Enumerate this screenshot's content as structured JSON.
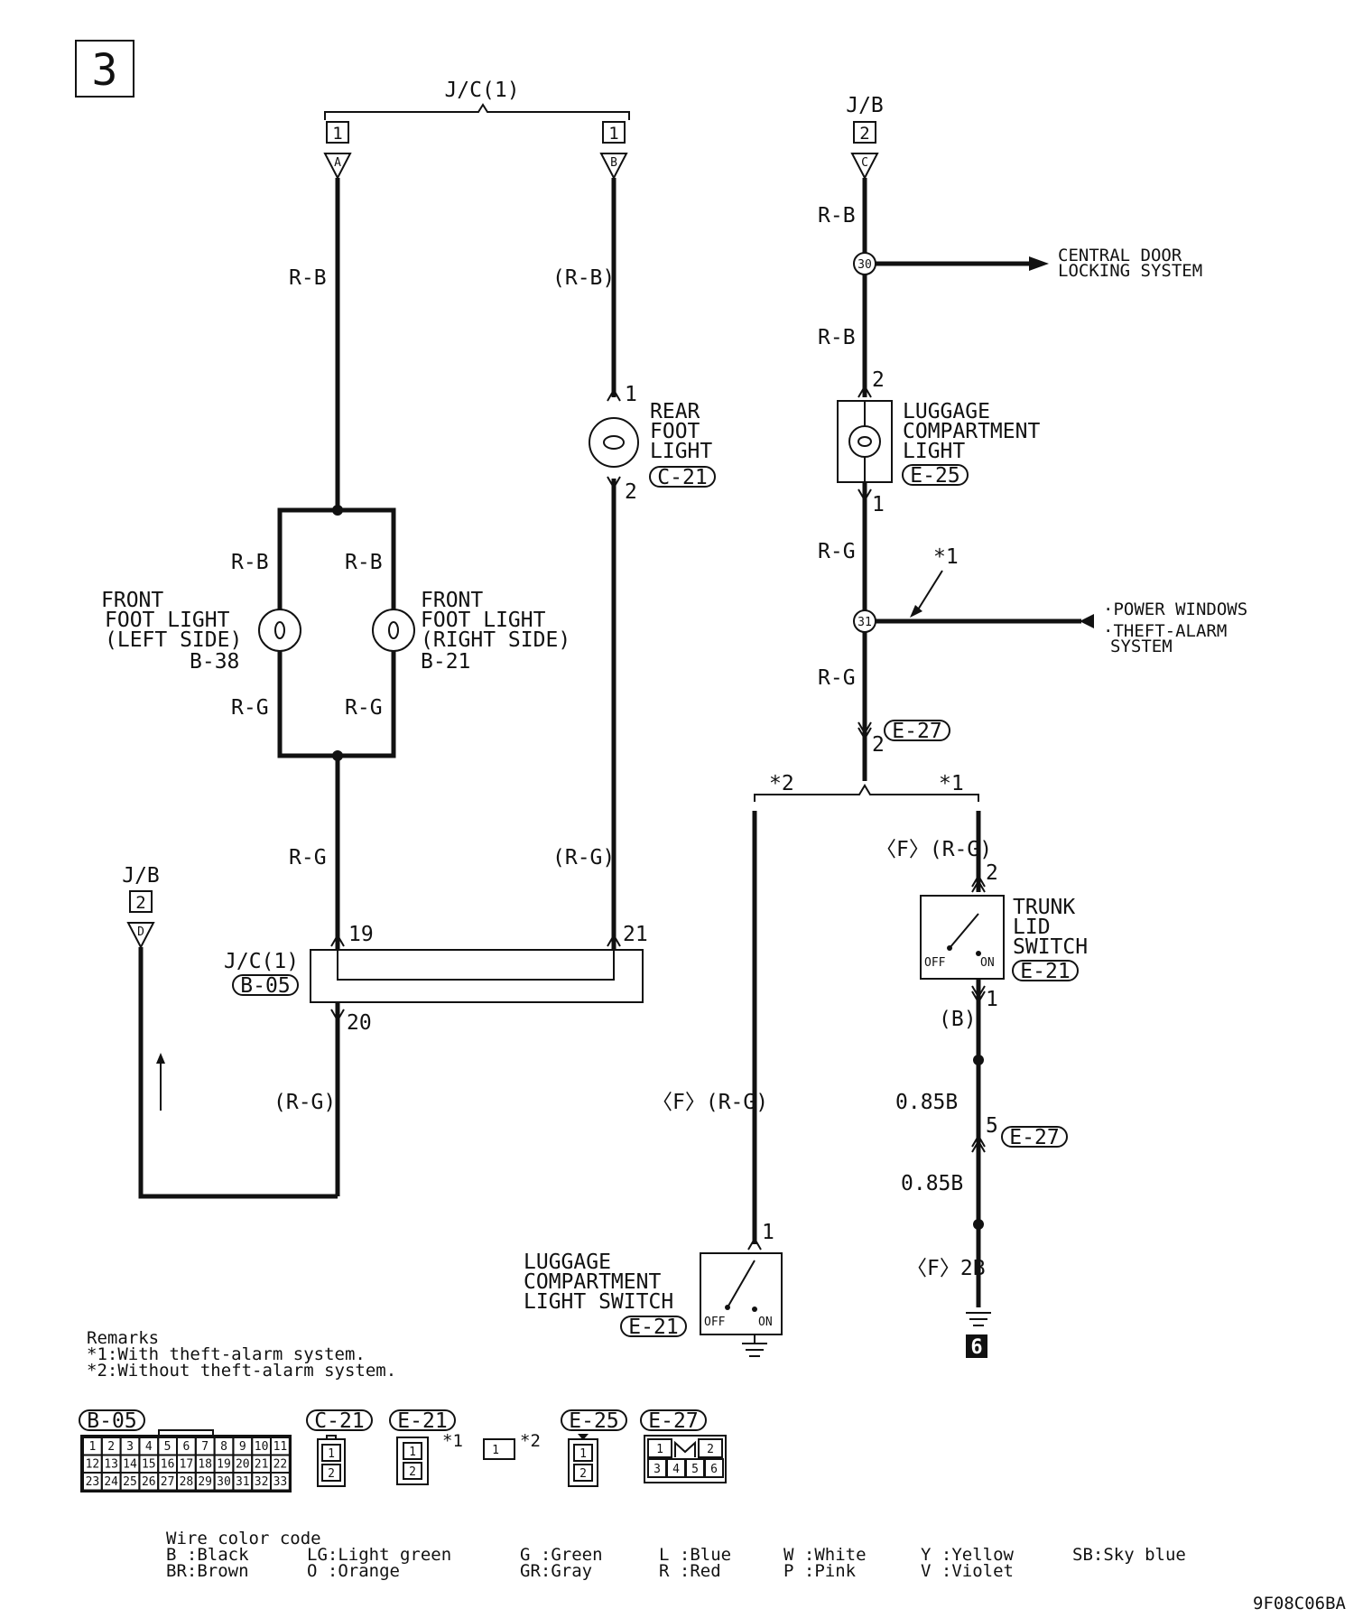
{
  "page_number": "3",
  "jc1_top": "J/C(1)",
  "jb": "J/B",
  "connector_num_1": "1",
  "connector_num_2": "2",
  "terminals": {
    "a": "A",
    "b": "B",
    "c": "C",
    "d": "D"
  },
  "wires": {
    "rb": "R-B",
    "rb_paren": "(R-B)",
    "rg": "R-G",
    "rg_paren": "(R-G)",
    "f_rg": "〈F〉(R-G)",
    "b_paren": "(B)",
    "b085": "0.85B",
    "f2b": "〈F〉2B"
  },
  "pins": {
    "p1": "1",
    "p2": "2",
    "p5": "5",
    "p19": "19",
    "p20": "20",
    "p21": "21"
  },
  "splices": {
    "s30": "30",
    "s31": "31"
  },
  "asterisk1": "*1",
  "asterisk2": "*2",
  "destinations": {
    "central_door_1": "CENTRAL DOOR",
    "central_door_2": "LOCKING SYSTEM",
    "power_windows": "·POWER WINDOWS",
    "theft_alarm_1": "·THEFT-ALARM",
    "theft_alarm_2": "SYSTEM"
  },
  "components": {
    "rear_foot_1": "REAR",
    "rear_foot_2": "FOOT",
    "rear_foot_3": "LIGHT",
    "rear_foot_code": "C-21",
    "lug_light_1": "LUGGAGE",
    "lug_light_2": "COMPARTMENT",
    "lug_light_3": "LIGHT",
    "lug_light_code": "E-25",
    "front_left_1": "FRONT",
    "front_left_2": "FOOT LIGHT",
    "front_left_3": "(LEFT SIDE)",
    "front_left_code": "B-38",
    "front_right_1": "FRONT",
    "front_right_2": "FOOT LIGHT",
    "front_right_3": "(RIGHT SIDE)",
    "front_right_code": "B-21",
    "jc1": "J/C(1)",
    "jc1_code": "B-05",
    "trunk_1": "TRUNK",
    "trunk_2": "LID",
    "trunk_3": "SWITCH",
    "trunk_code": "E-21",
    "lug_switch_1": "LUGGAGE",
    "lug_switch_2": "COMPARTMENT",
    "lug_switch_3": "LIGHT SWITCH",
    "lug_switch_code": "E-21",
    "connector_e27": "E-27",
    "off": "OFF",
    "on": "ON"
  },
  "ground_marker": "6",
  "remarks": {
    "title": "Remarks",
    "r1": "*1:With theft-alarm system.",
    "r2": "*2:Without theft-alarm system."
  },
  "connectors": {
    "b05_label": "B-05",
    "b05_pins": [
      "1",
      "2",
      "3",
      "4",
      "5",
      "6",
      "7",
      "8",
      "9",
      "10",
      "11",
      "12",
      "13",
      "14",
      "15",
      "16",
      "17",
      "18",
      "19",
      "20",
      "21",
      "22",
      "23",
      "24",
      "25",
      "26",
      "27",
      "28",
      "29",
      "30",
      "31",
      "32",
      "33"
    ],
    "c21_label": "C-21",
    "e21_label": "E-21",
    "e25_label": "E-25",
    "e27_label": "E-27",
    "e27_pins": [
      "1",
      "2",
      "3",
      "4",
      "5",
      "6"
    ],
    "mark1": "*1",
    "mark2": "*2"
  },
  "color_code": {
    "title": "Wire color code",
    "entries": [
      [
        "B :Black",
        "BR:Brown"
      ],
      [
        "LG:Light green",
        "O :Orange"
      ],
      [
        "G :Green",
        "GR:Gray"
      ],
      [
        "L :Blue",
        "R :Red"
      ],
      [
        "W :White",
        "P :Pink"
      ],
      [
        "Y :Yellow",
        "V :Violet"
      ],
      [
        "SB:Sky blue",
        ""
      ]
    ]
  },
  "figure_code": "9F08C06BA"
}
